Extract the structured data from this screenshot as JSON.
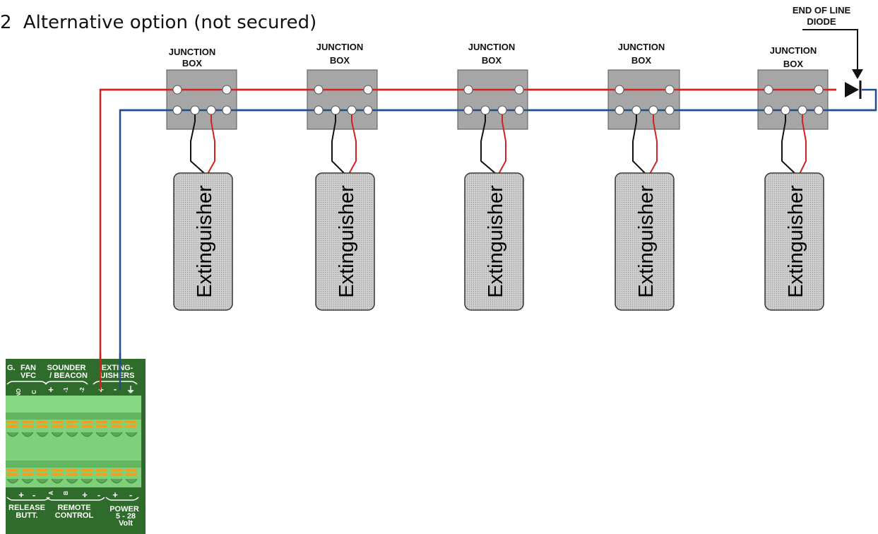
{
  "title": {
    "number": "2",
    "text_main": "Alternative option (not secured)"
  },
  "end_of_line": {
    "line1": "END OF LINE",
    "line2": "DIODE"
  },
  "junction_boxes": [
    {
      "line1": "JUNCTION",
      "line2": "BOX"
    },
    {
      "line1": "JUNCTION",
      "line2": "BOX"
    },
    {
      "line1": "JUNCTION",
      "line2": "BOX"
    },
    {
      "line1": "JUNCTION",
      "line2": "BOX"
    },
    {
      "line1": "JUNCTION",
      "line2": "BOX"
    }
  ],
  "extinguishers": [
    {
      "label": "Extinguisher"
    },
    {
      "label": "Extinguisher"
    },
    {
      "label": "Extinguisher"
    },
    {
      "label": "Extinguisher"
    },
    {
      "label": "Extinguisher"
    }
  ],
  "terminal_block": {
    "top_labels": {
      "g": "G.",
      "fan": "FAN",
      "vfc": "VFC",
      "sounder": "SOUNDER",
      "beacon": "/ BEACON",
      "exting": "EXTING-",
      "uishers": "UISHERS"
    },
    "top_pins": {
      "no": "NO",
      "c": "C",
      "plus1": "+",
      "minus1": "-1",
      "minus2": "-2",
      "plus2": "+",
      "minus3": "-",
      "ground": "⏚"
    },
    "bottom_pins": {
      "plus1": "+",
      "minus1": "-",
      "a": "A",
      "b": "B",
      "plus2": "+",
      "minus2": "-",
      "plus3": "+",
      "minus3": "-"
    },
    "bottom_labels": {
      "release": "RELEASE",
      "butt": "BUTT.",
      "remote": "REMOTE",
      "control": "CONTROL",
      "power": "POWER",
      "range": "5 - 28",
      "volt": "Volt"
    }
  },
  "colors": {
    "red_wire": "#d42020",
    "blue_wire": "#1f4e8c",
    "black_wire": "#111111",
    "junction_fill": "#a6a6a6",
    "extinguisher_fill": "#c8c8c8",
    "terminal_green": "#2f6b2a",
    "terminal_connector": "#7ed07a",
    "terminal_orange": "#f0a020"
  }
}
